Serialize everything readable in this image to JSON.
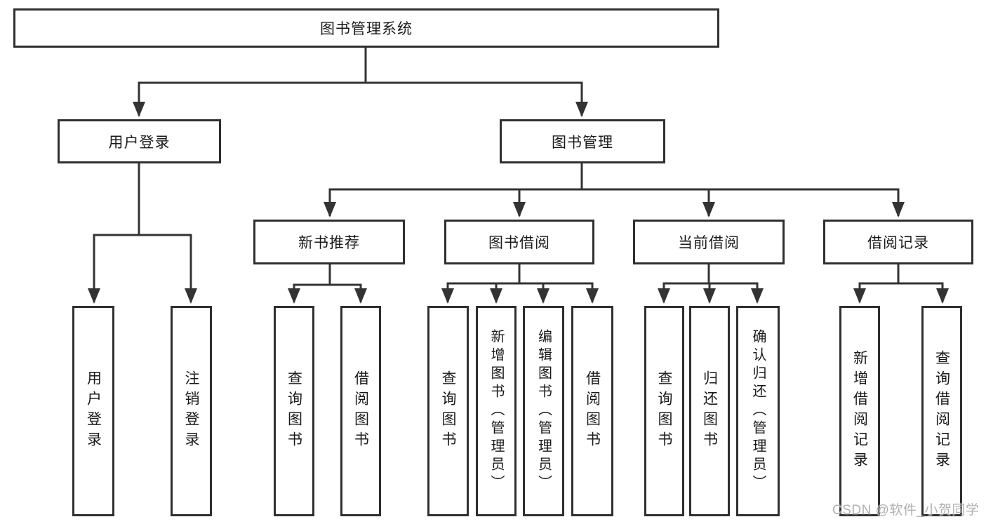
{
  "diagram": {
    "root": {
      "label": "图书管理系统"
    },
    "level2": {
      "user_login": {
        "label": "用户登录"
      },
      "book_management": {
        "label": "图书管理"
      }
    },
    "level3": {
      "new_book_recommend": {
        "label": "新书推荐"
      },
      "book_borrowing": {
        "label": "图书借阅"
      },
      "current_borrowing": {
        "label": "当前借阅"
      },
      "borrowing_records": {
        "label": "借阅记录"
      }
    },
    "leaves": {
      "user_login": {
        "label": "用户登录"
      },
      "logout": {
        "label": "注销登录"
      },
      "nbr_query_books": {
        "label": "查询图书"
      },
      "nbr_borrow_books": {
        "label": "借阅图书"
      },
      "bb_query_books": {
        "label": "查询图书"
      },
      "bb_add_books_admin": {
        "label": "新增图书（管理员）"
      },
      "bb_edit_books_admin": {
        "label": "编辑图书（管理员）"
      },
      "bb_borrow_books": {
        "label": "借阅图书"
      },
      "cb_query_books": {
        "label": "查询图书"
      },
      "cb_return_books": {
        "label": "归还图书"
      },
      "cb_confirm_return_admin": {
        "label": "确认归还（管理员）"
      },
      "br_add_record": {
        "label": "新增借阅记录"
      },
      "br_query_record": {
        "label": "查询借阅记录"
      }
    }
  },
  "watermark": {
    "text": "CSDN @软件_小贺同学",
    "color": "#acacac"
  },
  "colors": {
    "line": "#333333",
    "box_border": "#2f2f2f",
    "box_fill": "#ffffff",
    "text": "#1a1a1a",
    "background": "#ffffff"
  }
}
